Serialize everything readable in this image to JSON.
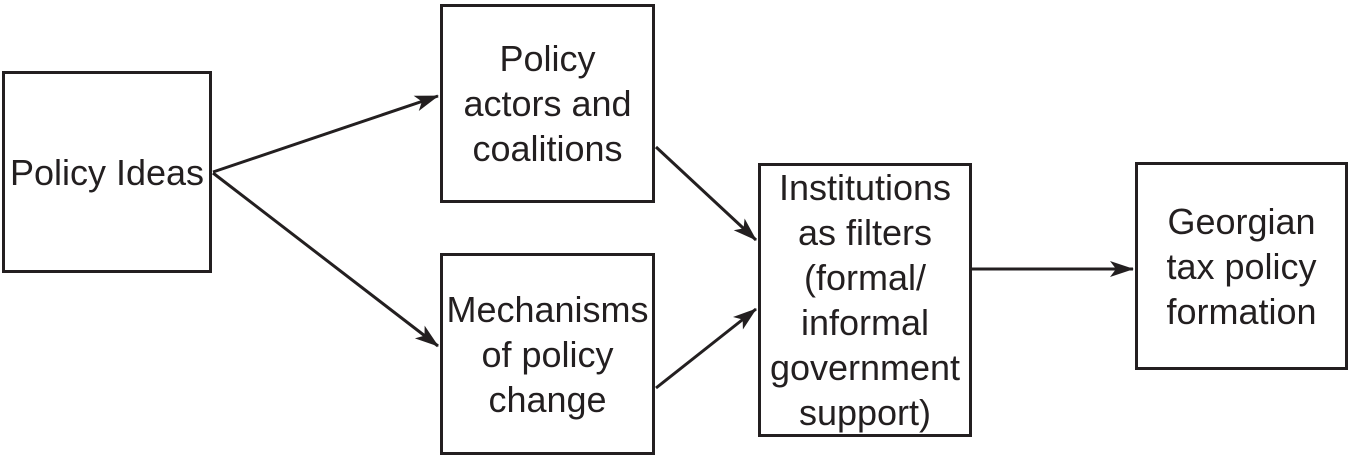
{
  "diagram": {
    "background_color": "#ffffff",
    "ink_color": "#231f20",
    "nodes": {
      "policy_ideas": {
        "label": "Policy Ideas"
      },
      "policy_actors": {
        "label": "Policy\nactors and\ncoalitions"
      },
      "mechanisms": {
        "label": "Mechanisms\nof policy\nchange"
      },
      "institutions": {
        "label": "Institutions\nas filters\n(formal/\ninformal\ngovernment\nsupport)"
      },
      "georgian_tax": {
        "label": "Georgian\ntax policy\nformation"
      }
    },
    "edges": [
      {
        "from": "policy_ideas",
        "to": "policy_actors"
      },
      {
        "from": "policy_ideas",
        "to": "mechanisms"
      },
      {
        "from": "policy_actors",
        "to": "institutions"
      },
      {
        "from": "mechanisms",
        "to": "institutions"
      },
      {
        "from": "institutions",
        "to": "georgian_tax"
      }
    ]
  }
}
